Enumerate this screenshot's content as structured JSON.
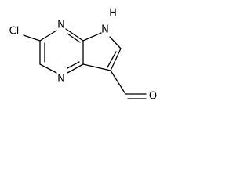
{
  "molecule": {
    "atoms": {
      "chlorine": "Cl",
      "nitrogen_top": "N",
      "nitrogen_bottom": "N",
      "pyrrole_nitrogen": "N",
      "pyrrole_hydrogen": "H",
      "carbonyl_oxygen": "O"
    }
  }
}
